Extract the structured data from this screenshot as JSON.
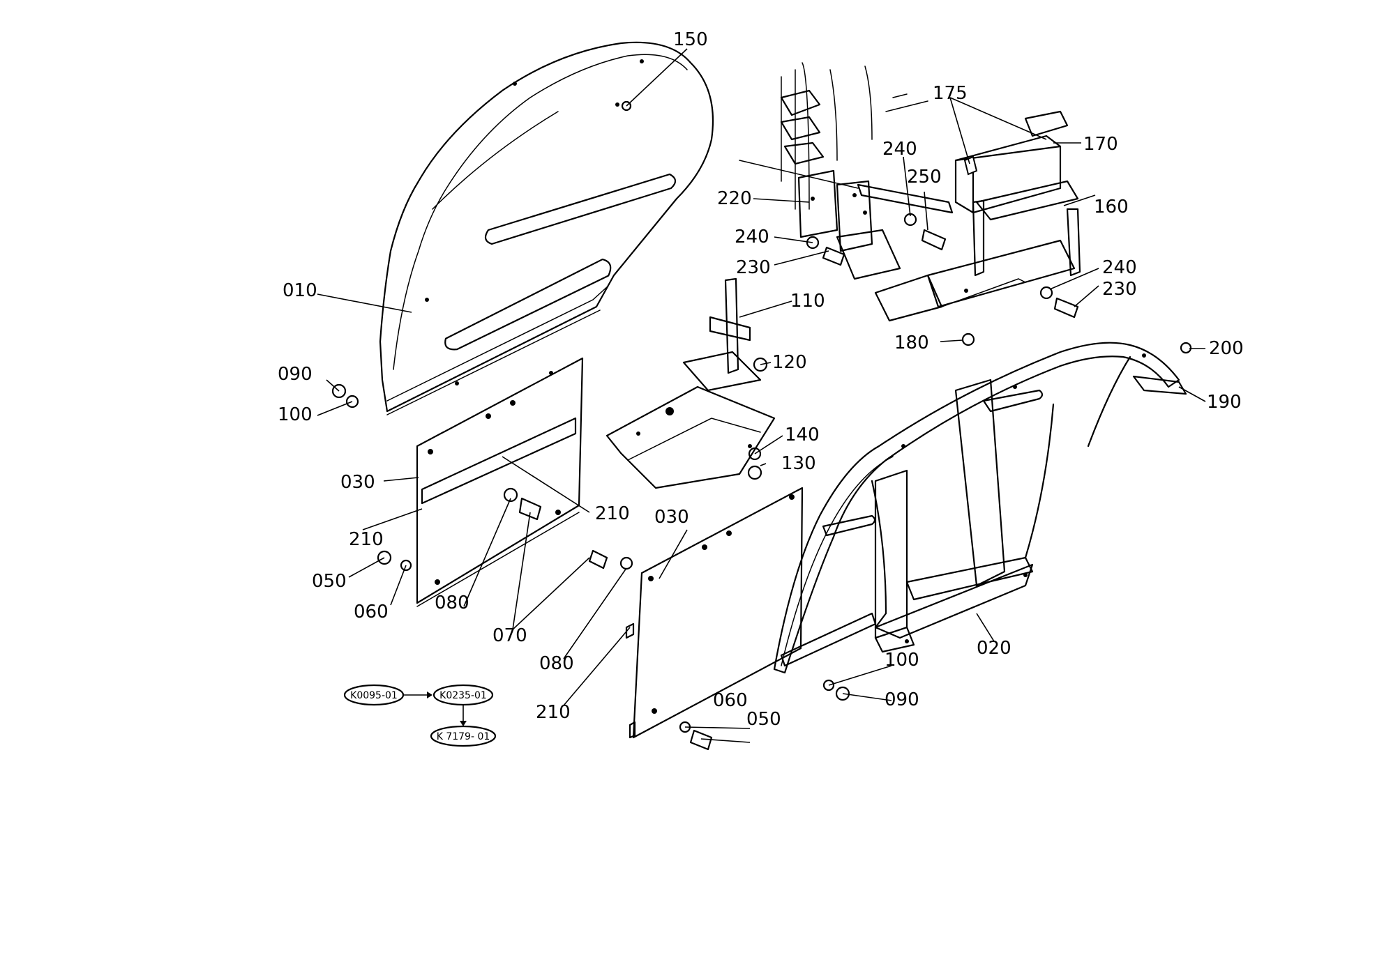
{
  "parts": {
    "p010": "010",
    "p020": "020",
    "p030a": "030",
    "p030b": "030",
    "p050a": "050",
    "p050b": "050",
    "p060a": "060",
    "p060b": "060",
    "p070": "070",
    "p080a": "080",
    "p080b": "080",
    "p090a": "090",
    "p090b": "090",
    "p100a": "100",
    "p100b": "100",
    "p110": "110",
    "p120": "120",
    "p130": "130",
    "p140": "140",
    "p150": "150",
    "p160": "160",
    "p170": "170",
    "p175": "175",
    "p180": "180",
    "p190": "190",
    "p200": "200",
    "p210a": "210",
    "p210b": "210",
    "p210c": "210",
    "p220": "220",
    "p230a": "230",
    "p230b": "230",
    "p240a": "240",
    "p240b": "240",
    "p240c": "240",
    "p250": "250"
  },
  "references": {
    "ref1": "K0095-01",
    "ref2": "K0235-01",
    "ref3": "K 7179- 01"
  }
}
